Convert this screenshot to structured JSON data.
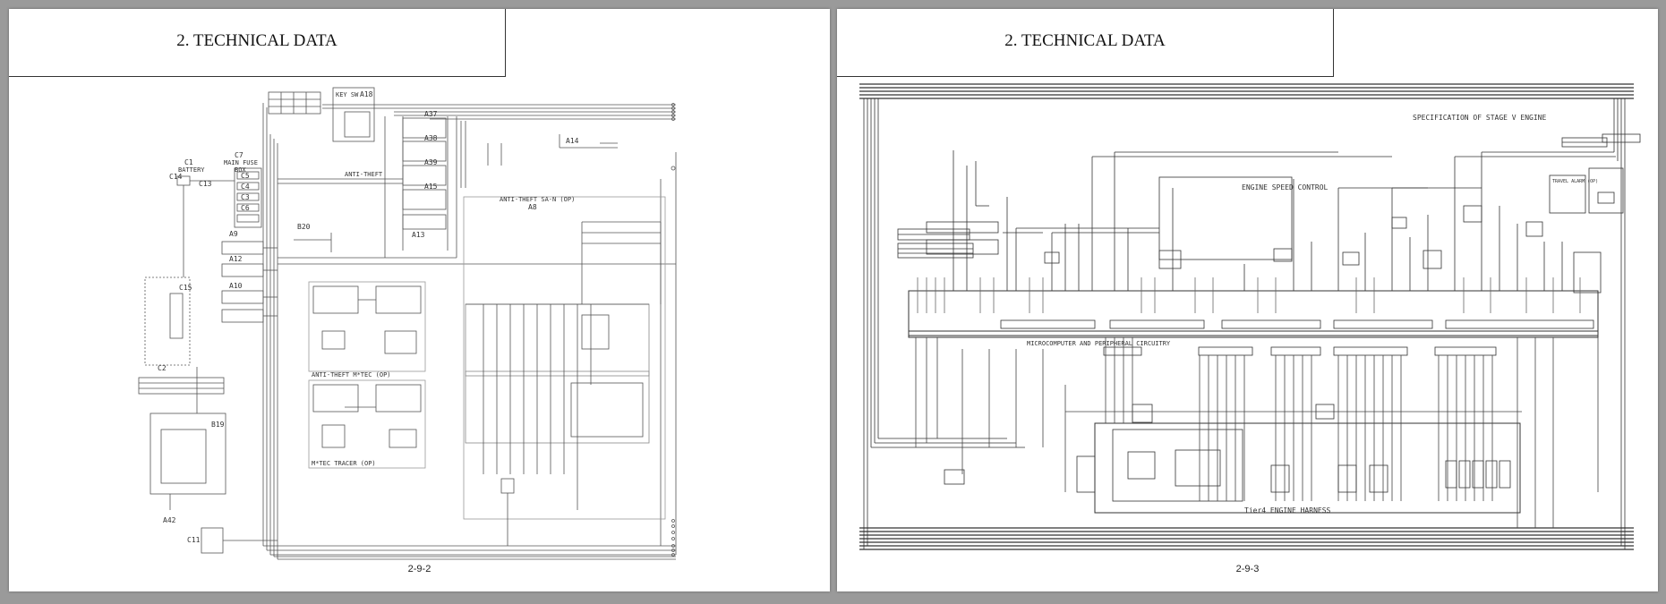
{
  "pages": [
    {
      "header_title": "2. TECHNICAL DATA",
      "page_number": "2-9-2",
      "labels": {
        "c1": "C1",
        "battery": "BATTERY",
        "c14": "C14",
        "c13": "C13",
        "c7": "C7",
        "main_fuse": "MAIN FUSE",
        "box": "BOX",
        "c5": "C5",
        "c4": "C4",
        "c3": "C3",
        "c6": "C6",
        "a9": "A9",
        "a12": "A12",
        "a10": "A10",
        "c15": "C15",
        "c2": "C2",
        "b19": "B19",
        "a42": "A42",
        "c11": "C11",
        "b20": "B20",
        "a18": "A18",
        "key_sw": "KEY SW",
        "a37": "A37",
        "a38": "A38",
        "a39": "A39",
        "a15": "A15",
        "a13": "A13",
        "a14": "A14",
        "a8": "A8",
        "anti_theft": "ANTI-THEFT",
        "anti_theft_op": "ANTI-THEFT SA-N (OP)",
        "anti_theft_mtec": "ANTI-THEFT M*TEC (OP)",
        "mtec_tracer": "M*TEC TRACER (OP)"
      }
    },
    {
      "header_title": "2. TECHNICAL DATA",
      "page_number": "2-9-3",
      "labels": {
        "spec_stage_v": "SPECIFICATION OF STAGE V ENGINE",
        "engine_speed_control": "ENGINE SPEED CONTROL",
        "microcomputer": "MICROCOMPUTER AND PERIPHERAL CIRCUITRY",
        "tier4_harness": "Tier4 ENGINE HARNESS",
        "travel_alarm": "TRAVEL ALARM (OP)"
      }
    }
  ]
}
